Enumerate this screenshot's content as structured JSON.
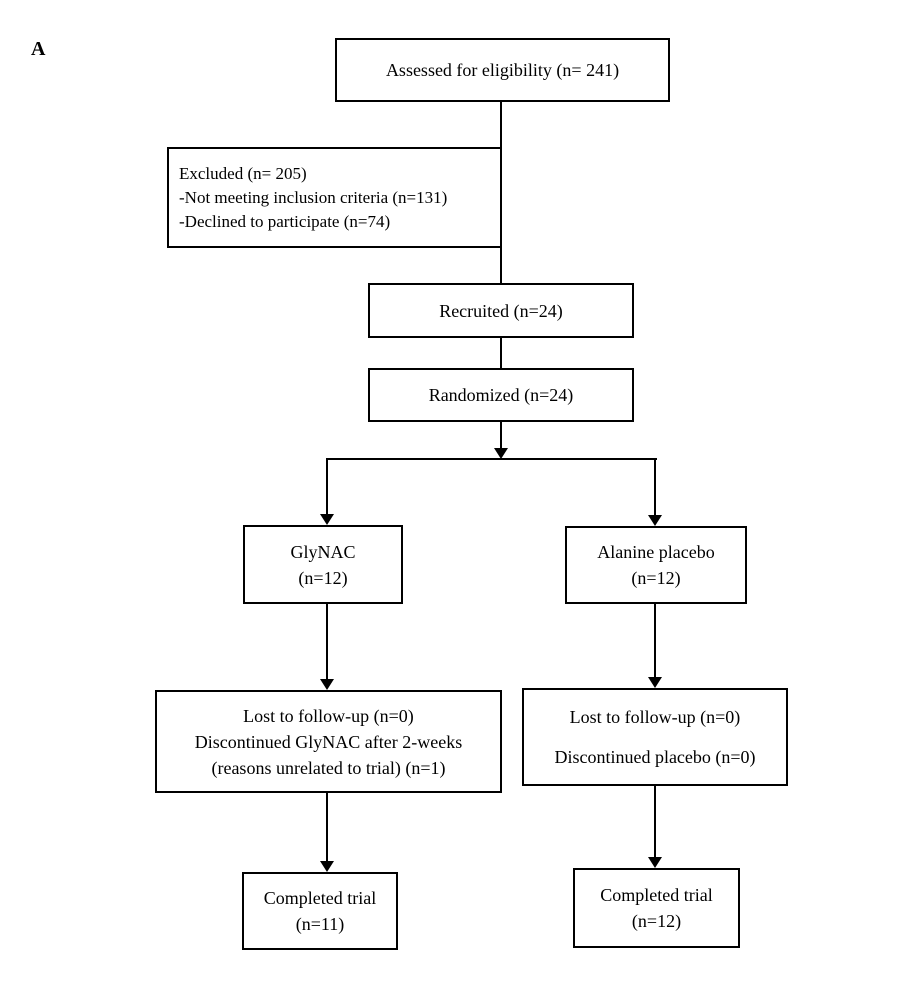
{
  "panel_label": "A",
  "colors": {
    "line": "#000000",
    "background": "#ffffff",
    "text": "#000000"
  },
  "nodes": {
    "assessed": {
      "text": "Assessed for eligibility (n= 241)"
    },
    "excluded": {
      "title": "Excluded (n= 205)",
      "items": [
        "-Not meeting inclusion criteria (n=131)",
        "-Declined to participate (n=74)"
      ]
    },
    "recruited": {
      "text": "Recruited (n=24)"
    },
    "randomized": {
      "text": "Randomized (n=24)"
    },
    "arm_glynac": {
      "line1": "GlyNAC",
      "line2": "(n=12)"
    },
    "arm_placebo": {
      "line1": "Alanine placebo",
      "line2": "(n=12)"
    },
    "followup_glynac": {
      "lines": [
        "Lost to follow-up (n=0)",
        "Discontinued GlyNAC after 2-weeks",
        "(reasons unrelated to trial) (n=1)"
      ]
    },
    "followup_placebo": {
      "lines": [
        "Lost to follow-up (n=0)",
        "Discontinued placebo (n=0)"
      ]
    },
    "completed_glynac": {
      "line1": "Completed trial",
      "line2": "(n=11)"
    },
    "completed_placebo": {
      "line1": "Completed trial",
      "line2": "(n=12)"
    }
  }
}
